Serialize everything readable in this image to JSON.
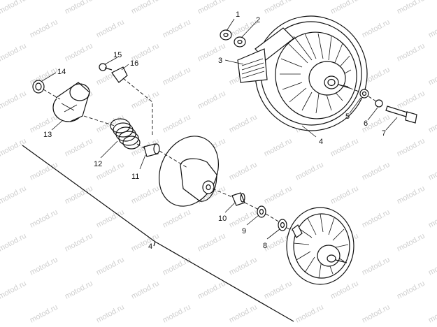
{
  "watermark": "motod.ru",
  "callouts": [
    "1",
    "2",
    "3",
    "4",
    "5",
    "6",
    "7",
    "8",
    "9",
    "10",
    "11",
    "12",
    "13",
    "14",
    "15",
    "16"
  ],
  "group_label": "4"
}
